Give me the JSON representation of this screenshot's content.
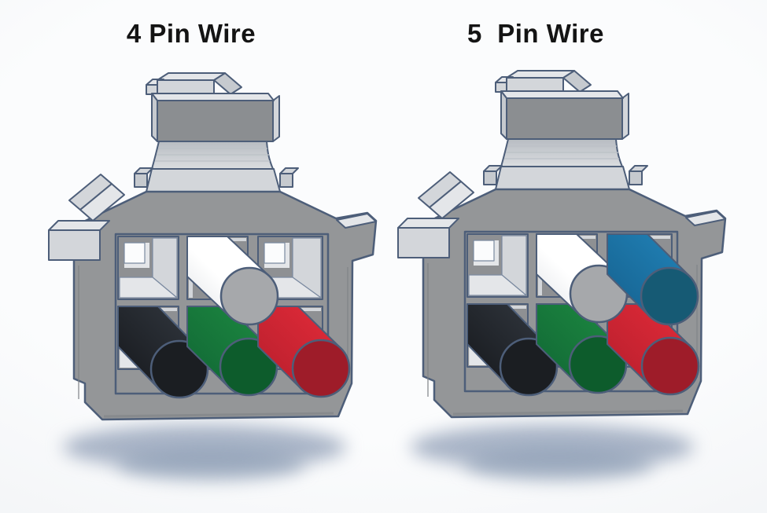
{
  "titles": {
    "left": "4 Pin Wire",
    "right": "5  Pin Wire"
  },
  "figures": [
    {
      "name": "4-pin-connector",
      "pin_count": 4,
      "wires": [
        "black",
        "green",
        "red",
        "white"
      ],
      "empty_cavities": [
        "top-left",
        "top-right"
      ]
    },
    {
      "name": "5-pin-connector",
      "pin_count": 5,
      "wires": [
        "black",
        "green",
        "red",
        "white",
        "blue"
      ],
      "empty_cavities": [
        "top-left"
      ]
    }
  ],
  "colors": {
    "title_text": "#141414",
    "outline": "#4d5e79",
    "outline_soft": "#7b8aa0",
    "housing_face": "#949698",
    "housing_face_dark": "#8b8e91",
    "housing_light": "#d3d6da",
    "housing_lighter": "#e4e6e9",
    "housing_mid": "#c6cacf",
    "housing_neck_top": "#b7bcc2",
    "housing_neck_bottom": "#dadde0",
    "housing_rib": "#bcc1c7",
    "housing_groove": "#7e8286",
    "cell_back": "#8e9093",
    "hole_white": "#fbfcfd",
    "wire_white_body": "#ffffff",
    "wire_white_body2": "#dde0e4",
    "wire_white_cap": "#a6a8ab",
    "wire_black_body": "#343a42",
    "wire_black_body2": "#14161a",
    "wire_black_cap": "#1b1e22",
    "wire_green_body": "#1e8c42",
    "wire_green_body2": "#106434",
    "wire_green_cap": "#0d5c2c",
    "wire_red_body": "#e62c3a",
    "wire_red_body2": "#b41e2c",
    "wire_red_cap": "#9e1c29",
    "wire_blue_body": "#2285bb",
    "wire_blue_body2": "#155f8c",
    "wire_blue_cap": "#165a74"
  }
}
